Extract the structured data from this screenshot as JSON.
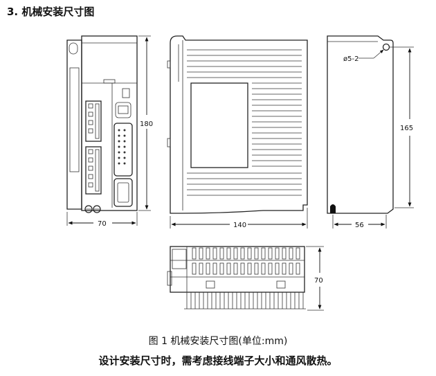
{
  "heading": "3. 机械安装尺寸图",
  "dimensions": {
    "front_height": "180",
    "front_width": "70",
    "side_width": "140",
    "back_height": "165",
    "back_width": "56",
    "bottom_height": "70",
    "hole_label": "ø5-2"
  },
  "caption": "图 1 机械安装尺寸图(单位:mm)",
  "note": "设计安装尺寸时，需考虑接线端子大小和通风散热。"
}
